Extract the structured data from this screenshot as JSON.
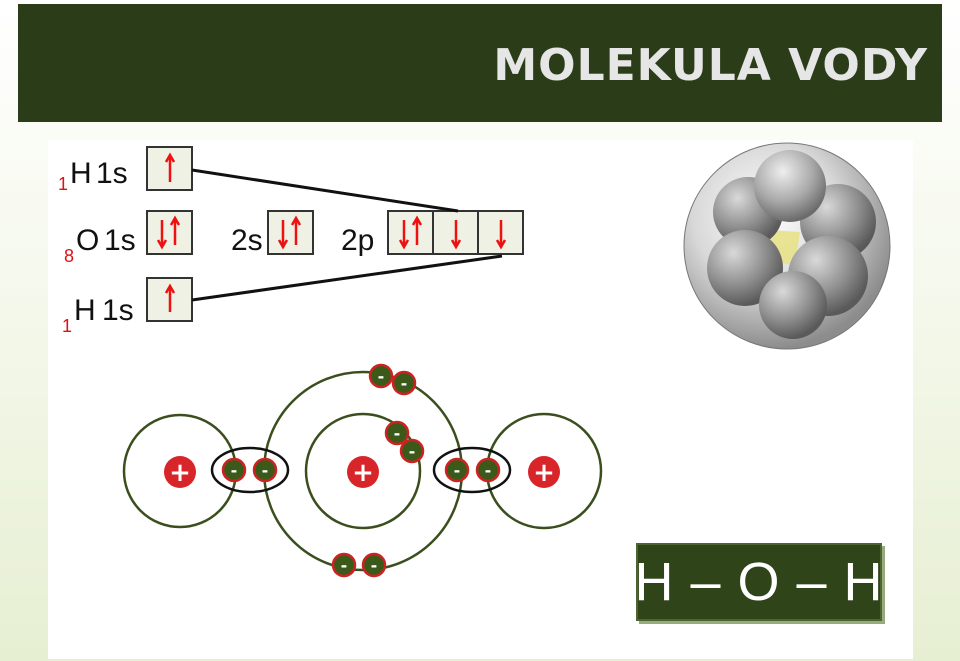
{
  "title": "MOLEKULA VODY",
  "orbitals": {
    "h1": {
      "subscript": "1",
      "symbol": "H",
      "orbital": "1s",
      "arrows": [
        "up"
      ]
    },
    "o": {
      "subscript": "8",
      "symbol": "O",
      "orbital": "1s",
      "arrows": [
        "down",
        "up"
      ]
    },
    "o_2s": {
      "label": "2s",
      "arrows": [
        "down",
        "up"
      ]
    },
    "o_2p": {
      "label": "2p",
      "boxes": [
        [
          "down",
          "up"
        ],
        [
          "down"
        ],
        [
          "down"
        ]
      ]
    },
    "h2": {
      "subscript": "1",
      "symbol": "H",
      "orbital": "1s",
      "arrows": [
        "up"
      ]
    }
  },
  "bohr_model": {
    "nucleus_sign": "+",
    "electron_sign": "-"
  },
  "formula": "H – O – H",
  "colors": {
    "title_bar": "#2b3d18",
    "electron": "#3b5a1a",
    "nucleus": "#d8252a",
    "arrow": "#e11111",
    "formula_bg": "#2f4419"
  }
}
